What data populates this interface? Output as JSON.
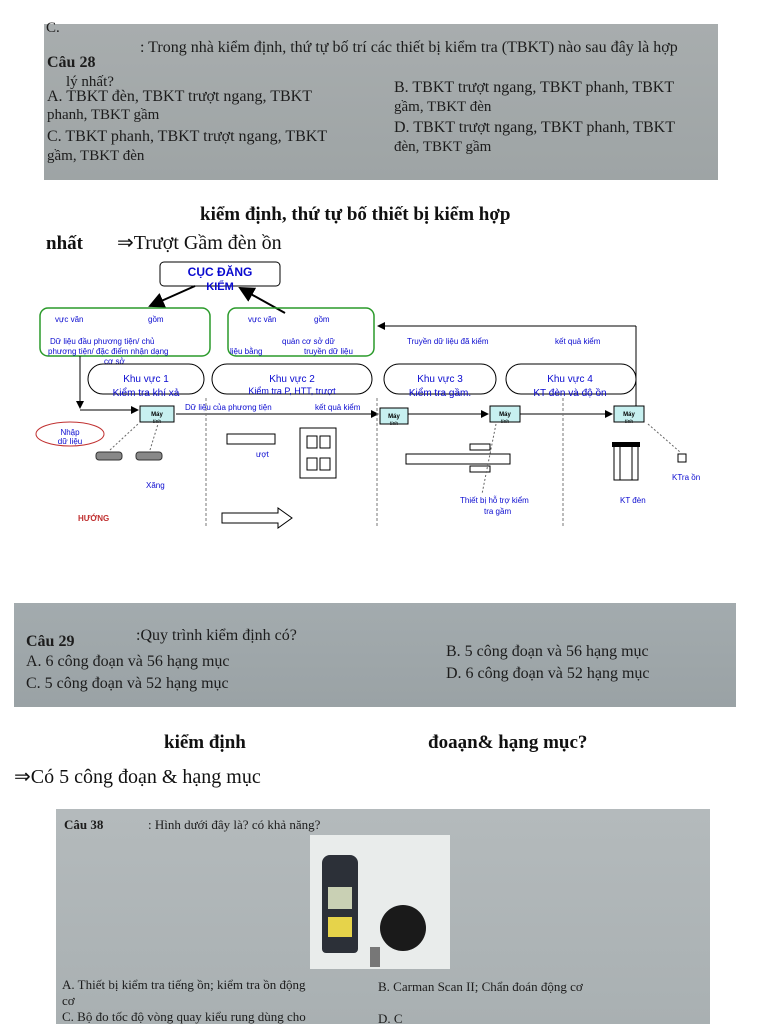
{
  "q28": {
    "top_fragment": "C.",
    "number": "Câu 28",
    "question": ": Trong nhà kiểm định, thứ tự bố trí các thiết bị kiểm tra (TBKT) nào sau đây là hợp",
    "question_cont": "lý nhất?",
    "a1": "A.  TBKT  đèn,  TBKT  trượt  ngang,  TBKT",
    "a2": "phanh, TBKT gầm",
    "b1": "B. TBKT trượt ngang, TBKT phanh, TBKT",
    "b2": "gầm, TBKT đèn",
    "c1": "C.  TBKT  phanh,  TBKT  trượt  ngang,  TBKT",
    "c2": "gầm, TBKT đèn",
    "d1": "D. TBKT trượt ngang, TBKT phanh, TBKT",
    "d2": "đèn, TBKT gầm"
  },
  "note28": {
    "line1": "kiểm định, thứ tự bố        thiết bị kiểm                      hợp",
    "line2_bold": "nhất",
    "line2_rest": "⇒Trượt                       Gầm  đèn  ồn"
  },
  "diagram": {
    "top_box": "CỤC ĐĂNG",
    "top_box2": "KIỂM",
    "g1_a": "vực  văn",
    "g1_b": "gồm",
    "g1_c": "Dữ  liệu đầu        phương tiện/ chủ",
    "g1_d": "phương tiện/ đặc điểm nhận dạng",
    "g1_e": "cơ sở",
    "g2_a": "vực văn",
    "g2_b": "gồm",
    "g2_c": "quản      cơ  sở  dữ",
    "g2_d": "liệu bằng",
    "g2_e": "truyền dữ liệu",
    "transfer": "Truyền dữ liệu đã kiểm",
    "result": "kết quả kiểm",
    "zone1": "Khu vực 1",
    "zone1b": "Kiểm tra khí xả",
    "zone2": "Khu vực 2",
    "zone2b": "Kiểm tra P, HTT, trượt",
    "zone3": "Khu vực 3",
    "zone3b": "Kiểm tra gầm.",
    "zone4": "Khu vực 4",
    "zone4b": "KT đèn và độ ồn",
    "pc": "Máy",
    "pc2": "tính",
    "vehicle_data": "Dữ  liệu  của  phương tiện",
    "result2": "kết quả kiểm",
    "input": "Nhập",
    "input2": "dữ liệu",
    "slide": "ượt",
    "fuel": "Xăng",
    "direction": "HƯỚNG",
    "under_support": "Thiết bị hỗ trợ kiểm",
    "under_support2": "tra gầm",
    "light": "KT đèn",
    "noise": "KTra ồn"
  },
  "q29": {
    "number": "Câu 29",
    "question": ":Quy trình kiểm định có?",
    "a": "A. 6 công đoạn và 56 hạng mục",
    "b": "B. 5 công đoạn và 56 hạng mục",
    "c": "C. 5 công đoạn và 52 hạng mục",
    "d": "D. 6 công đoạn và 52 hạng mục"
  },
  "note29": {
    "line1_a": "kiểm định",
    "line1_b": "đoaạn& hạng mục?",
    "line2": "⇒Có 5 công đoạn &       hạng mục"
  },
  "q38": {
    "number": "Câu 38",
    "question": ": Hình dưới đây là? có khả năng?",
    "a1": "A. Thiết bị kiểm tra tiếng ồn; kiểm tra ồn động",
    "a2": "cơ",
    "b": "B. Carman Scan II; Chẩn đoán động cơ",
    "c": "C. Bộ đo tốc độ vòng quay kiểu rung dùng cho",
    "d": "D. C"
  }
}
